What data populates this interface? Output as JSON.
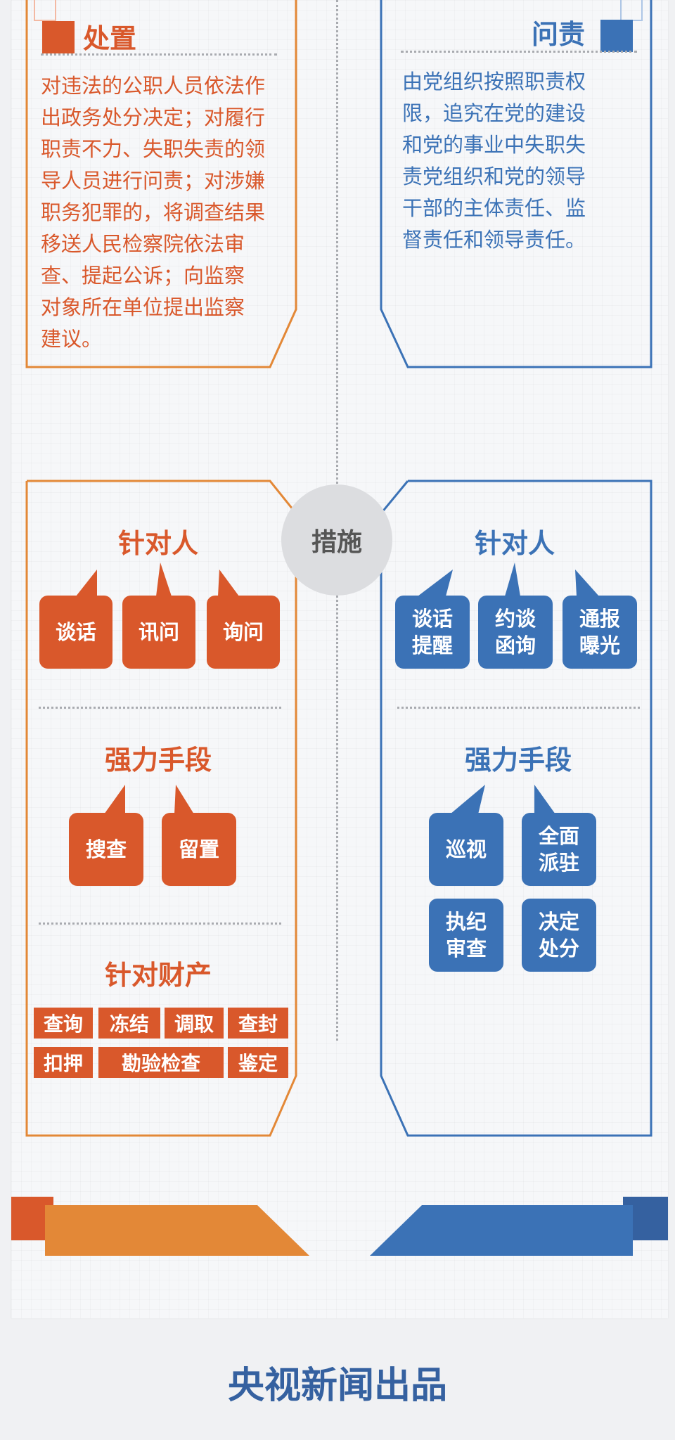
{
  "disposal": {
    "title": "处置",
    "lines": [
      "对违法的公职人员依法作",
      "出政务处分决定；对履行",
      "职责不力、失职失责的领",
      "导人员进行问责；对涉嫌",
      "职务犯罪的，将调查结果",
      "移送人民检察院依法审",
      "查、提起公诉；向监察",
      "对象所在单位提出监察",
      "建议。"
    ]
  },
  "accountability": {
    "title": "问责",
    "lines": [
      "由党组织按照职责权",
      "限，追究在党的建设",
      "和党的事业中失职失",
      "责党组织和党的领导",
      "干部的主体责任、监",
      "督责任和领导责任。"
    ]
  },
  "center_label": "措施",
  "left_measures": {
    "person_title": "针对人",
    "person_items": [
      "谈话",
      "讯问",
      "询问"
    ],
    "force_title": "强力手段",
    "force_items": [
      "搜查",
      "留置"
    ],
    "property_title": "针对财产",
    "property_row1": [
      "查询",
      "冻结",
      "调取",
      "查封"
    ],
    "property_row2": [
      "扣押",
      "勘验检查",
      "鉴定"
    ]
  },
  "right_measures": {
    "person_title": "针对人",
    "person_items": [
      "谈话\n提醒",
      "约谈\n函询",
      "通报\n曝光"
    ],
    "force_title": "强力手段",
    "force_items": [
      "巡视",
      "全面\n派驻",
      "执纪\n审查",
      "决定\n处分"
    ]
  },
  "footer": "央视新闻出品",
  "colors": {
    "orange": "#d9582b",
    "orange_light": "#e38837",
    "blue": "#3b72b6",
    "blue_dark": "#3561a0"
  }
}
